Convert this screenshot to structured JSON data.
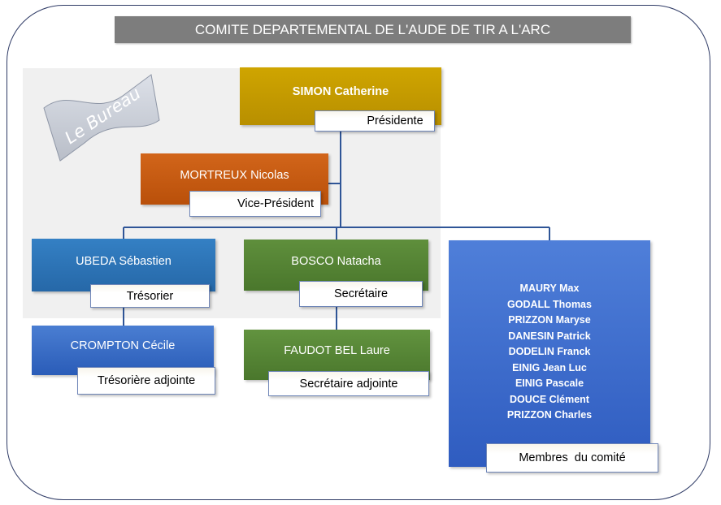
{
  "title": "COMITE DEPARTEMENTAL DE L'AUDE DE TIR A L'ARC",
  "bureau_label": "Le Bureau",
  "president": {
    "name": "SIMON Catherine",
    "role": "Présidente"
  },
  "vice_president": {
    "name": "MORTREUX Nicolas",
    "role": "Vice-Président"
  },
  "tresorier": {
    "name": "UBEDA Sébastien",
    "role": "Trésorier"
  },
  "tresoriere_adjointe": {
    "name": "CROMPTON Cécile",
    "role": "Trésorière adjointe"
  },
  "secretaire": {
    "name": "BOSCO Natacha",
    "role": "Secrétaire"
  },
  "secretaire_adjointe": {
    "name": "FAUDOT BEL Laure",
    "role": "Secrétaire adjointe"
  },
  "comite": {
    "members": [
      "MAURY Max",
      "GODALL Thomas",
      "PRIZZON Maryse",
      "DANESIN Patrick",
      "DODELIN Franck",
      "EINIG Jean Luc",
      "EINIG Pascale",
      "DOUCE Clément",
      "PRIZZON Charles"
    ],
    "role": "Membres  du comité"
  },
  "colors": {
    "president": "#c49a00",
    "vice_president": "#c55a11",
    "blue": "#2e75b6",
    "green": "#548235",
    "committee": "#3f6fcf",
    "title_bar": "#7d7d7d",
    "connector": "#2f5597"
  }
}
